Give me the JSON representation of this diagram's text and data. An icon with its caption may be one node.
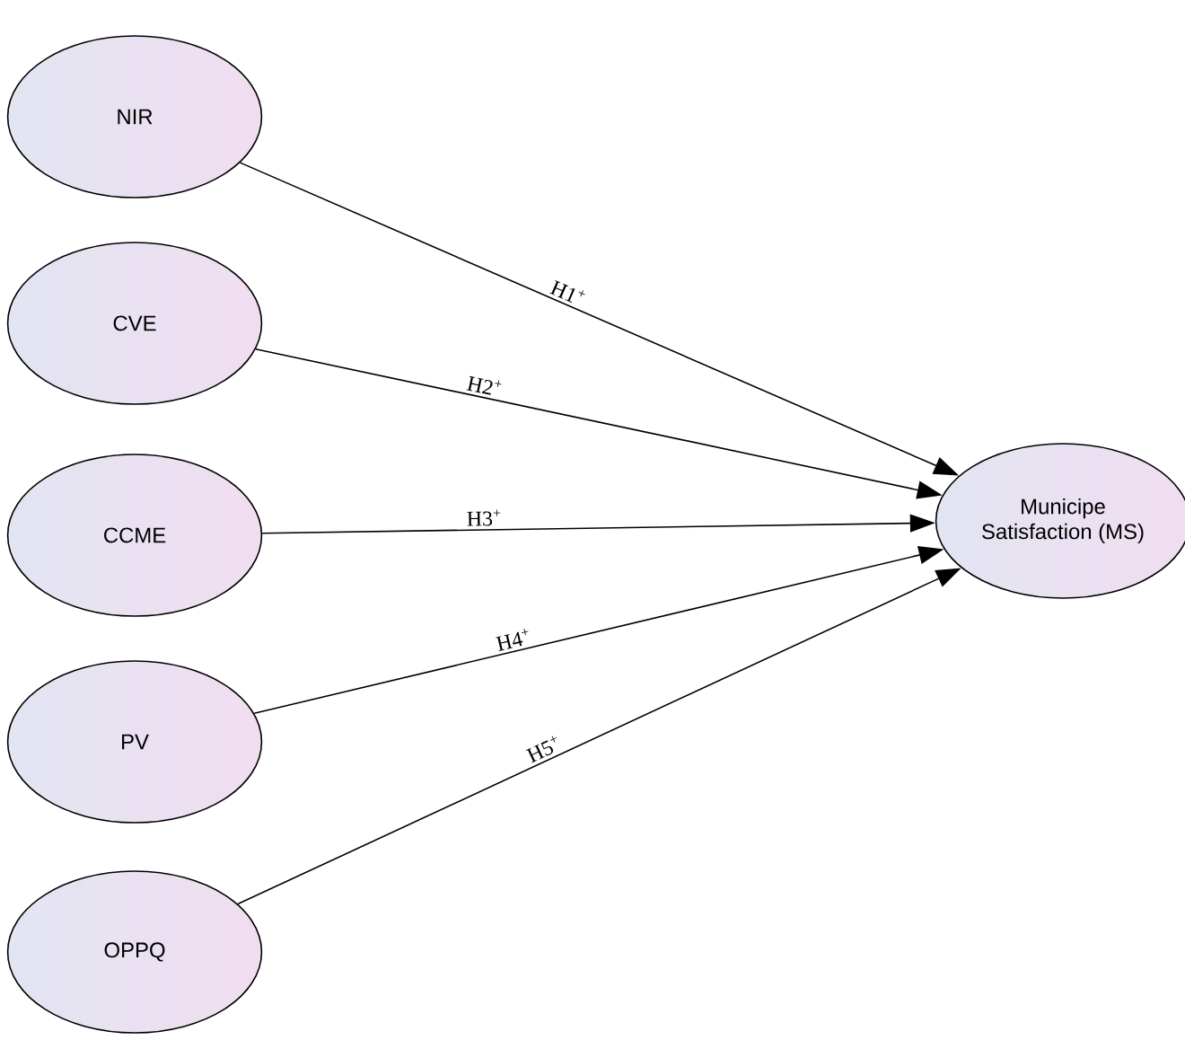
{
  "diagram": {
    "nodes": [
      {
        "text": [
          "NIR"
        ]
      },
      {
        "text": [
          "CVE"
        ]
      },
      {
        "text": [
          "CCME"
        ]
      },
      {
        "text": [
          "PV"
        ]
      },
      {
        "text": [
          "OPPQ"
        ]
      },
      {
        "text": [
          "Municipe Satisfaction (MS)"
        ]
      }
    ],
    "edges": [
      {
        "from": 0,
        "to": 5,
        "arrow": "to",
        "label": "H1$^{+}$"
      },
      {
        "from": 1,
        "to": 5,
        "arrow": "to",
        "label": "H2$^{+}$"
      },
      {
        "from": 2,
        "to": 5,
        "arrow": "to",
        "label": "H3$^{+}$"
      },
      {
        "from": 3,
        "to": 5,
        "arrow": "to",
        "label": "H4$^{+}$"
      },
      {
        "from": 4,
        "to": 5,
        "arrow": "to",
        "label": "H5$^{+}$"
      }
    ]
  }
}
